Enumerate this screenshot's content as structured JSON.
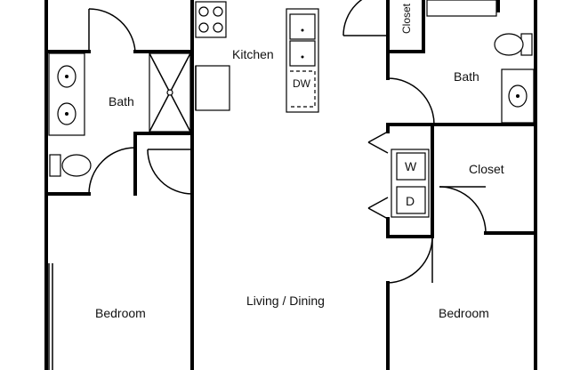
{
  "rooms": {
    "kitchen": "Kitchen",
    "bath_left": "Bath",
    "bath_right": "Bath",
    "closet_top": "Closet",
    "closet_right": "Closet",
    "bedroom_left": "Bedroom",
    "bedroom_right": "Bedroom",
    "living_dining": "Living / Dining"
  },
  "appliances": {
    "dishwasher": "DW",
    "washer": "W",
    "dryer": "D"
  }
}
